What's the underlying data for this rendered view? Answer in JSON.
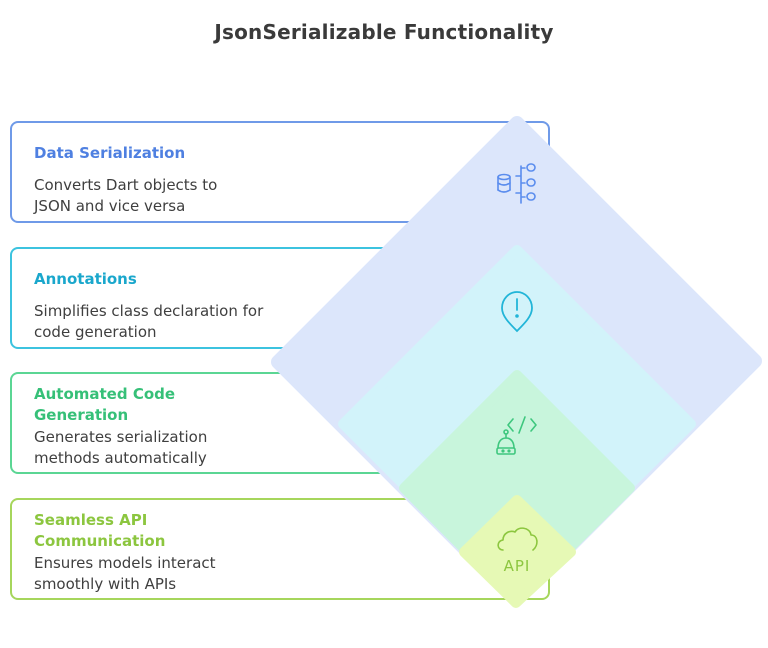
{
  "title": "JsonSerializable Functionality",
  "colors": {
    "serialization": "#5b8dee",
    "annotations": "#22b5d8",
    "codegen": "#3ec77e",
    "api": "#8cc63f"
  },
  "layers": [
    {
      "title": "Data Serialization",
      "description": "Converts Dart objects to JSON and vice versa",
      "icon": "database-icon"
    },
    {
      "title": "Annotations",
      "description": "Simplifies class declaration for code generation",
      "icon": "alert-pin-icon"
    },
    {
      "title": "Automated Code Generation",
      "description": "Generates serialization methods automatically",
      "icon": "robot-code-icon"
    },
    {
      "title": "Seamless API Communication",
      "description": "Ensures models interact smoothly with APIs",
      "icon": "cloud-api-icon"
    }
  ],
  "api_icon_label": "API"
}
